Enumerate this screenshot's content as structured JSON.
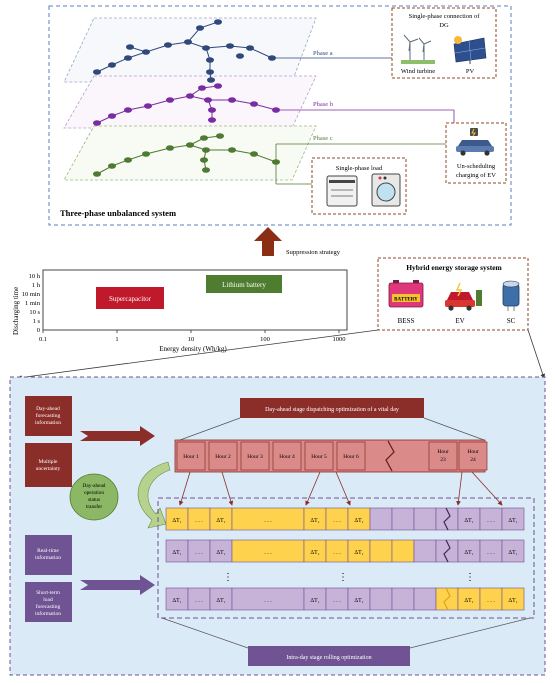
{
  "top": {
    "title": "Three-phase unbalanced system",
    "phase_a": "Phase a",
    "phase_b": "Phase b",
    "phase_c": "Phase c",
    "dg_title_1": "Single-phase connection of",
    "dg_title_2": "DG",
    "wind_label": "Wind turbine",
    "pv_label": "PV",
    "load_label": "Single-phase load",
    "ev_label_1": "Un-scheduling",
    "ev_label_2": "charging of EV",
    "suppression": "Suppression strategy"
  },
  "ragone": {
    "ylabel": "Discharging time",
    "yticks": [
      "10 h",
      "1 h",
      "10 min",
      "1 min",
      "10 s",
      "1 s",
      "0"
    ],
    "xticks": [
      "0.1",
      "1",
      "10",
      "100",
      "1000"
    ],
    "xlabel": "Energy density (Wh/kg)",
    "supercapacitor": "Supercapacitor",
    "lithium": "Lithium battery"
  },
  "hess": {
    "title": "Hybrid energy storage system",
    "bess": "BESS",
    "ev": "EV",
    "sc": "SC",
    "battery_word": "BATTERY"
  },
  "bottom": {
    "dayahead_box": "Day-ahead stage dispatching optimization of a vital day",
    "dayahead_info": "Day-ahead forecasting information",
    "multiple": "Multiple uncertainty",
    "transfer": "Day-ahead operation status transfer",
    "realtime": "Real-time information",
    "shortterm": "Short-term load forecasting information",
    "intraday": "Intra-day stage rolling optimization",
    "hours": [
      "Hour 1",
      "Hour 2",
      "Hour 3",
      "Hour 4",
      "Hour 5",
      "Hour 6",
      "Hour 23",
      "Hour 24"
    ],
    "dt": "ΔT₁",
    "dots": ". . .",
    "vdots": "⋮"
  },
  "colors": {
    "blue_nodes": "#2f4a7a",
    "purple_nodes": "#7a2ca0",
    "green_nodes": "#4f7a31",
    "hour_fill": "#da8a88",
    "gold": "#ffd24d",
    "lavender": "#c7b2d8",
    "dark_red": "#8b2e2a",
    "purple_box": "#6f5392",
    "bottom_bg": "#dbeaf7"
  }
}
